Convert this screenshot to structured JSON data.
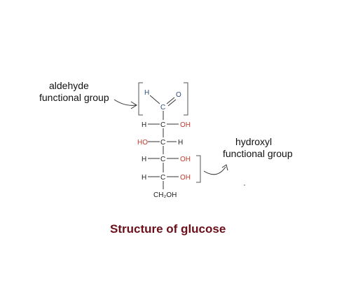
{
  "labels": {
    "aldehyde_line1": "aldehyde",
    "aldehyde_line2": "functional group",
    "hydroxyl_line1": "hydroxyl",
    "hydroxyl_line2": "functional group",
    "caption": "Structure of glucose"
  },
  "molecule": {
    "aldehyde_h": "H",
    "aldehyde_c": "C",
    "aldehyde_o": "O",
    "rows": [
      {
        "left": "H",
        "center": "C",
        "right": "OH"
      },
      {
        "left": "HO",
        "center": "C",
        "right": "H"
      },
      {
        "left": "H",
        "center": "C",
        "right": "OH"
      },
      {
        "left": "H",
        "center": "C",
        "right": "OH"
      }
    ],
    "terminal": "CH₂OH"
  },
  "colors": {
    "caption": "#6b0f1a",
    "oxygen": "#c0392b",
    "carbonyl": "#2e4c7a"
  }
}
